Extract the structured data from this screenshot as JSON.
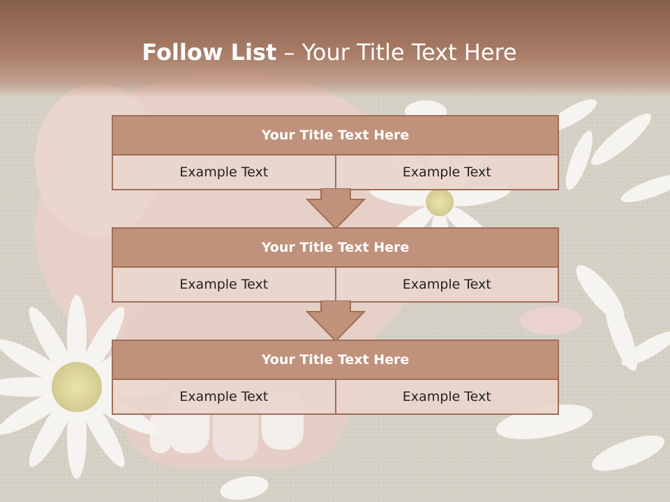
{
  "slide": {
    "title_bold": "Follow List",
    "title_rest": " – Your Title Text Here"
  },
  "blocks": [
    {
      "title": "Your Title Text Here",
      "left": "Example Text",
      "right": "Example Text"
    },
    {
      "title": "Your Title Text Here",
      "left": "Example Text",
      "right": "Example Text"
    },
    {
      "title": "Your Title Text Here",
      "left": "Example Text",
      "right": "Example Text"
    }
  ],
  "colors": {
    "header": "#a97c66",
    "block_title": "#c0917b",
    "border": "#9f6e58",
    "cell": "#e9d6cd"
  }
}
